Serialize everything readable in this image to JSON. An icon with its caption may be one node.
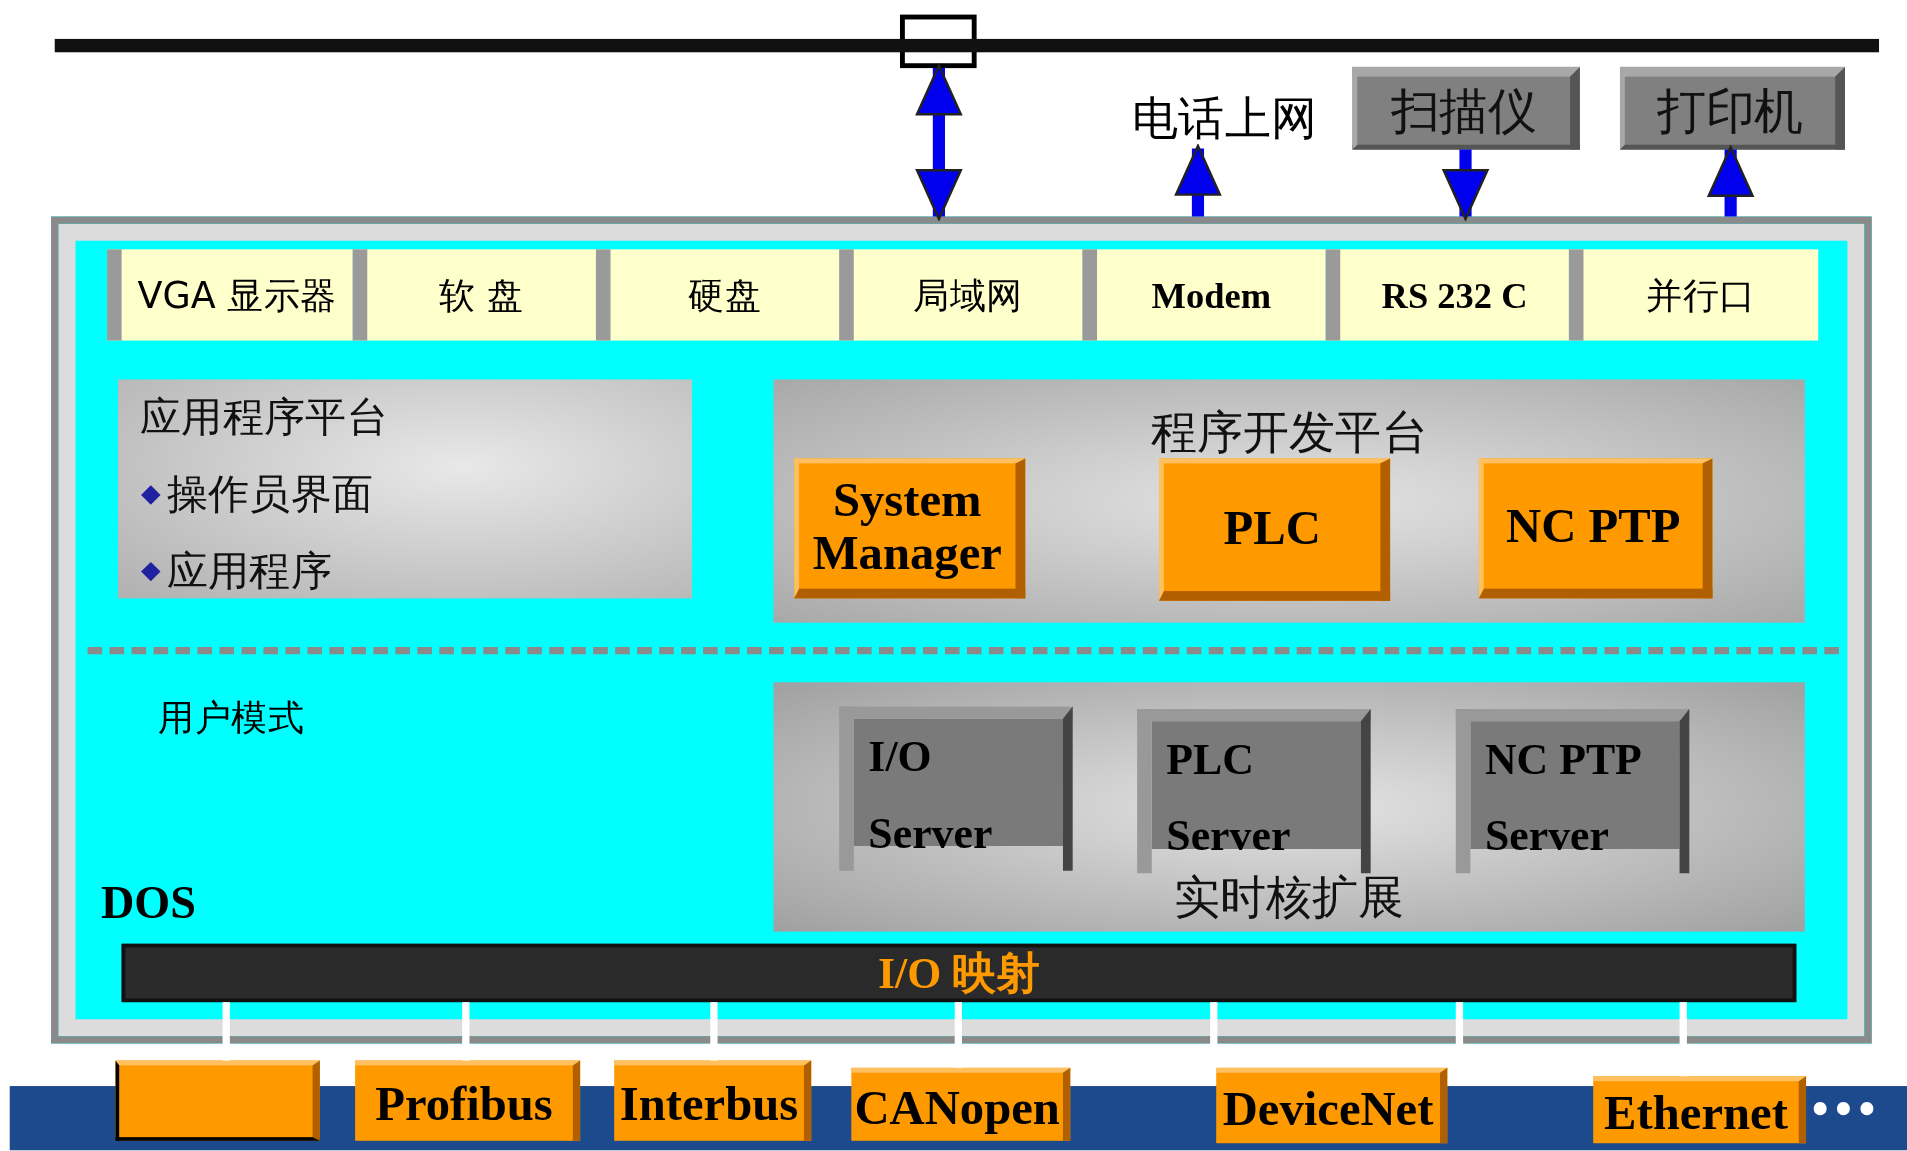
{
  "diagram": {
    "nodes": [
      {
        "text": [],
        "shape": "box"
      },
      {
        "text": [
          "电话上网"
        ]
      },
      {
        "text": [
          "扫描仪"
        ]
      },
      {
        "text": [
          "打印机"
        ]
      },
      {
        "text": [],
        "shape": "box"
      },
      {
        "text": [
          "VGA 显示器"
        ],
        "in": 4
      },
      {
        "text": [
          "软 盘"
        ],
        "in": 4
      },
      {
        "text": [
          "硬盘"
        ],
        "in": 4
      },
      {
        "text": [
          "局域网"
        ],
        "in": 4
      },
      {
        "text": [
          "Modem"
        ],
        "in": 4
      },
      {
        "text": [
          "RS 232 C"
        ],
        "in": 4
      },
      {
        "text": [
          "并行口"
        ],
        "in": 4
      },
      {
        "text": [
          "应用程序平台",
          "操作员界面",
          "应用程序"
        ],
        "in": 4
      },
      {
        "text": [
          "程序开发平台"
        ],
        "in": 4
      },
      {
        "text": [
          "System Manager"
        ],
        "in": 13
      },
      {
        "text": [
          "PLC"
        ],
        "in": 13
      },
      {
        "text": [
          "NC PTP"
        ],
        "in": 13
      },
      {
        "text": [
          "实时核扩展"
        ],
        "in": 4
      },
      {
        "text": [
          "I/O Server"
        ],
        "in": 17
      },
      {
        "text": [
          "PLC Server"
        ],
        "in": 17
      },
      {
        "text": [
          "NC PTP Server"
        ],
        "in": 17
      },
      {
        "text": [
          "I/O 映射"
        ],
        "in": 4
      },
      {
        "text": [],
        "shape": "box"
      },
      {
        "text": [
          "Profibus"
        ]
      },
      {
        "text": [
          "Interbus"
        ]
      },
      {
        "text": [
          "CANopen"
        ]
      },
      {
        "text": [
          "DeviceNet"
        ]
      },
      {
        "text": [
          "Ethernet"
        ]
      },
      {
        "text": [],
        "shape": "bar"
      }
    ],
    "edges": [
      {
        "from": 0,
        "to": 4,
        "arrow": "both",
        "color": "#0000ee"
      },
      {
        "from": 4,
        "to": 1,
        "arrow": "to",
        "color": "#0000ee"
      },
      {
        "from": 2,
        "to": 4,
        "arrow": "to",
        "color": "#0000ee"
      },
      {
        "from": 4,
        "to": 3,
        "arrow": "to",
        "color": "#0000ee"
      },
      {
        "from": 21,
        "to": 22,
        "arrow": "none"
      },
      {
        "from": 21,
        "to": 23,
        "arrow": "none"
      },
      {
        "from": 21,
        "to": 24,
        "arrow": "none"
      },
      {
        "from": 21,
        "to": 25,
        "arrow": "none"
      },
      {
        "from": 21,
        "to": 26,
        "arrow": "none"
      },
      {
        "from": 21,
        "to": null,
        "arrow": "none"
      },
      {
        "from": 21,
        "to": 27,
        "arrow": "none"
      }
    ],
    "labels": [
      "用户模式",
      "DOS",
      "•••"
    ]
  }
}
